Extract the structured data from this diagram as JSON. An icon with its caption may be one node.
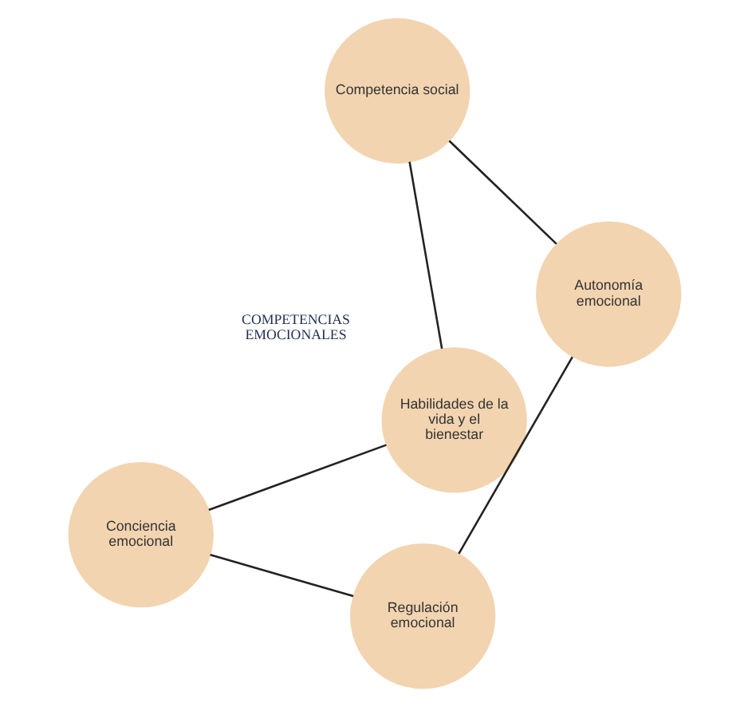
{
  "diagram": {
    "nodes": [
      {
        "text": [
          "Conciencia emocional"
        ]
      },
      {
        "text": [
          "Habilidades de la vida y el bienestar"
        ]
      },
      {
        "text": [
          "Regulación emocional"
        ]
      },
      {
        "text": [
          "Competencia social"
        ]
      },
      {
        "text": [
          "Autonomía emocional"
        ]
      }
    ],
    "edges": [
      {
        "from": 0,
        "to": 2,
        "arrow": "none"
      },
      {
        "from": 2,
        "to": 4,
        "arrow": "none"
      },
      {
        "from": 4,
        "to": 3,
        "arrow": "none"
      },
      {
        "from": 3,
        "to": 1,
        "arrow": "none"
      },
      {
        "from": 1,
        "to": 0,
        "arrow": "none"
      }
    ],
    "labels": [
      "COMPETENCIAS EMOCIONALES"
    ]
  }
}
